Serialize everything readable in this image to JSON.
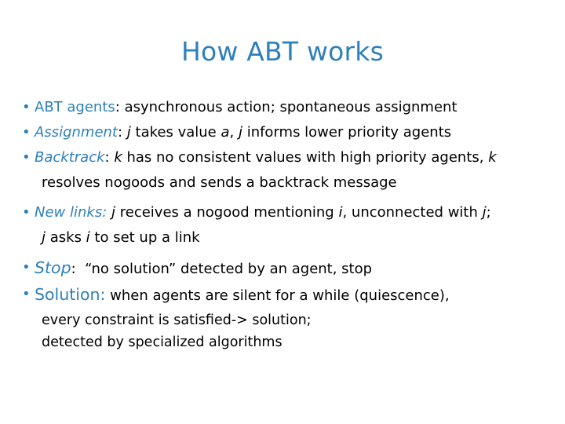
{
  "slide": {
    "title": "How ABT works",
    "title_color": "#2E80BA",
    "accent_color": "#2E80BA",
    "text_color": "#000000",
    "background_color": "#FFFFFF",
    "bullet_glyph": "•"
  },
  "bullets": [
    {
      "label": "ABT agents",
      "label_style": "upright-blue",
      "separator": ":",
      "text": "asynchronous action; spontaneous assignment",
      "continuations": []
    },
    {
      "label": "Assignment",
      "label_style": "italic-blue",
      "separator": ":",
      "text_parts": [
        {
          "text": "j",
          "italic": true
        },
        {
          "text": " takes value ",
          "italic": false
        },
        {
          "text": "a",
          "italic": true
        },
        {
          "text": ", ",
          "italic": false
        },
        {
          "text": "j",
          "italic": true
        },
        {
          "text": " informs lower priority agents",
          "italic": false
        }
      ],
      "continuations": []
    },
    {
      "label": "Backtrack",
      "label_style": "italic-blue",
      "separator": ":",
      "text_parts": [
        {
          "text": "k",
          "italic": true
        },
        {
          "text": " has no consistent values with high priority agents, ",
          "italic": false
        },
        {
          "text": "k",
          "italic": true
        }
      ],
      "continuations": [
        "resolves nogoods and sends a backtrack message"
      ]
    },
    {
      "label": "New links:",
      "label_style": "italic-blue-with-colon",
      "separator": "",
      "text_parts": [
        {
          "text": "j",
          "italic": true
        },
        {
          "text": " receives a nogood mentioning ",
          "italic": false
        },
        {
          "text": "i",
          "italic": true
        },
        {
          "text": ", unconnected with ",
          "italic": false
        },
        {
          "text": "j",
          "italic": true
        },
        {
          "text": ";",
          "italic": false
        }
      ],
      "continuations": [
        {
          "parts": [
            {
              "text": "j",
              "italic": true
            },
            {
              "text": " asks ",
              "italic": false
            },
            {
              "text": "i",
              "italic": true
            },
            {
              "text": " to set up a link",
              "italic": false
            }
          ]
        }
      ]
    },
    {
      "label": "Stop",
      "label_style": "italic-blue",
      "separator": ":",
      "text": "“no solution” detected by an agent, stop",
      "continuations": []
    },
    {
      "label": "Solution:",
      "label_style": "upright-blue-large",
      "separator": "",
      "text": "when agents are silent for a while (quiescence),",
      "continuations": [
        "every constraint is satisfied-> solution;",
        "detected by specialized algorithms"
      ]
    }
  ]
}
